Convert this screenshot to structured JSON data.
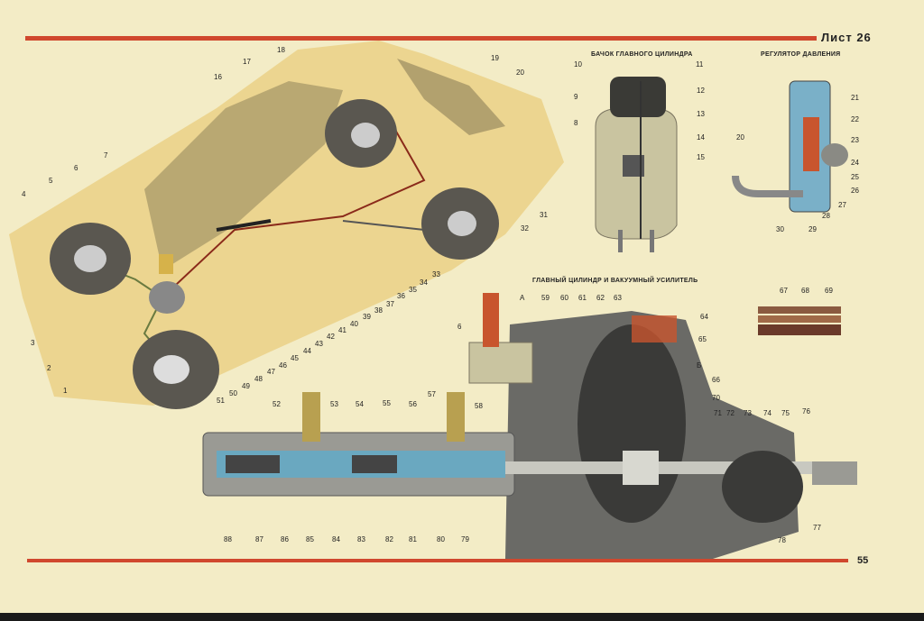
{
  "sheet_label": "Лист 26",
  "page_number": "55",
  "titles": {
    "reservoir": "БАЧОК ГЛАВНОГО ЦИЛИНДРА",
    "regulator": "РЕГУЛЯТОР ДАВЛЕНИЯ",
    "master_cylinder": "ГЛАВНЫЙ ЦИЛИНДР И ВАКУУМНЫЙ УСИЛИТЕЛЬ"
  },
  "callouts": {
    "car": [
      "1",
      "2",
      "3",
      "4",
      "5",
      "6",
      "7",
      "16",
      "17",
      "18",
      "19",
      "20",
      "31",
      "32",
      "33",
      "34",
      "35",
      "36",
      "37",
      "38",
      "39",
      "40",
      "41",
      "42",
      "43",
      "44",
      "45",
      "46",
      "47",
      "48",
      "49",
      "50",
      "51"
    ],
    "reservoir": [
      "10",
      "11",
      "9",
      "12",
      "8",
      "13",
      "14",
      "15"
    ],
    "regulator": [
      "21",
      "22",
      "23",
      "24",
      "25",
      "26",
      "27",
      "28",
      "29",
      "30",
      "20"
    ],
    "seal": [
      "67",
      "68",
      "69"
    ],
    "master": [
      "А",
      "Б",
      "59",
      "60",
      "61",
      "62",
      "63",
      "64",
      "65",
      "66",
      "70",
      "71",
      "72",
      "73",
      "74",
      "75",
      "76",
      "77",
      "78",
      "6",
      "57",
      "58",
      "52",
      "53",
      "54",
      "55",
      "56",
      "88",
      "87",
      "86",
      "85",
      "84",
      "83",
      "82",
      "81",
      "80",
      "79"
    ]
  },
  "colors": {
    "paper": "#f3ecc6",
    "accent_red": "#d0482e",
    "car_body": "#e8d08a",
    "fluid_blue": "#6aa8c0",
    "metal_gray": "#8a8a84"
  }
}
